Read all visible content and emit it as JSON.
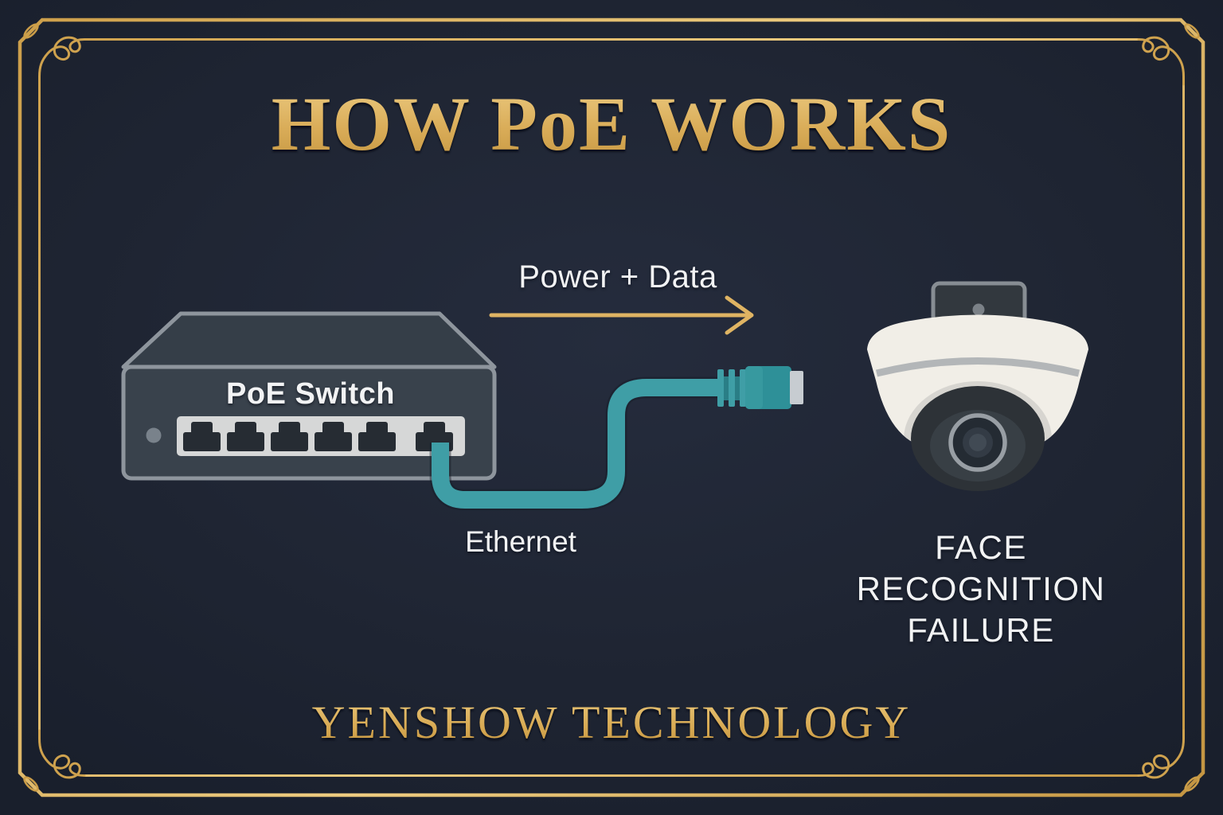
{
  "poster": {
    "title": "HOW PoE WORKS",
    "footer_brand": "YENSHOW TECHNOLOGY"
  },
  "diagram": {
    "flow_arrow": {
      "label": "Power + Data"
    },
    "poe_switch": {
      "label": "PoE Switch",
      "port_count": 6
    },
    "ethernet_cable": {
      "label": "Ethernet"
    },
    "camera": {
      "caption_lines": [
        "FACE",
        "RECOGNITION",
        "FAILURE"
      ]
    }
  },
  "colors": {
    "background": "#1F2534",
    "gold_accent": "#D9AC58",
    "cable_teal": "#3F9EA6",
    "switch_body": "#39424C",
    "port_dark": "#262C33",
    "camera_white": "#F1EEE7",
    "label_white": "#F2F3F4"
  },
  "icons": {
    "arrow": "right-arrow-icon",
    "switch": "network-switch-illustration",
    "cable": "ethernet-cable-illustration",
    "connector": "rj45-connector-icon",
    "camera": "dome-camera-illustration"
  }
}
